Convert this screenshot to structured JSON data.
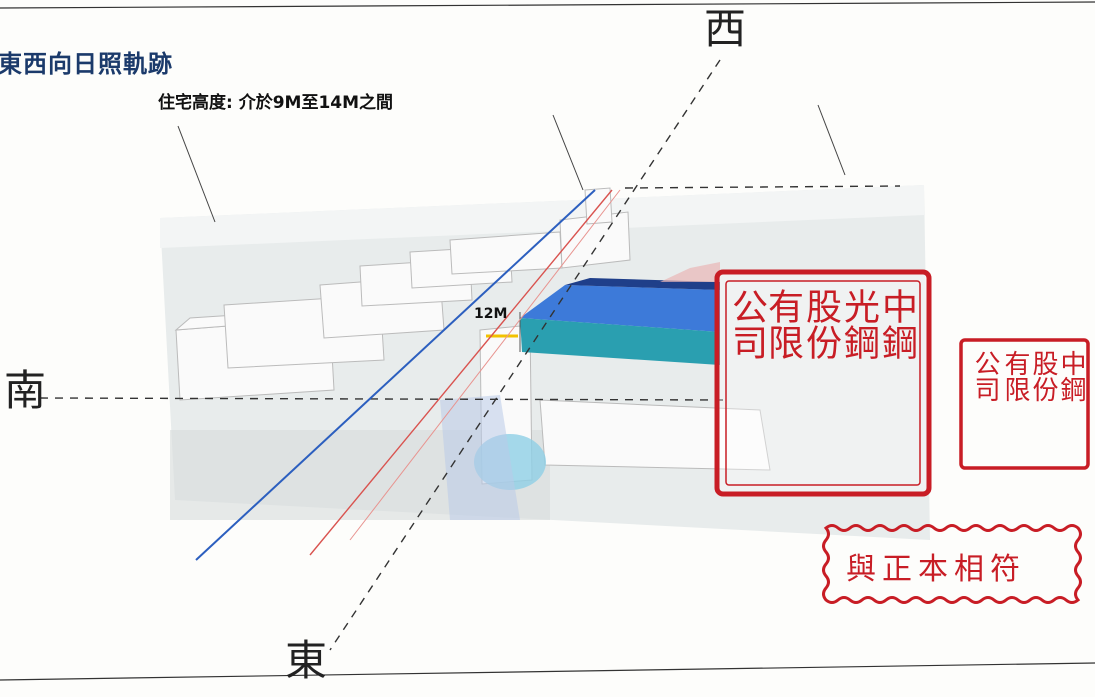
{
  "header": {
    "title": "東西向日照軌跡",
    "height_note": "住宅高度: 介於9M至14M之間"
  },
  "compass": {
    "west": "西",
    "south": "南",
    "east": "東"
  },
  "model": {
    "height_label": "12M"
  },
  "stamps": {
    "large_seal_lines": [
      "中鋼",
      "光鋼",
      "股份",
      "有限",
      "公司"
    ],
    "small_seal_lines": [
      "中鋼",
      "股份",
      "有限",
      "公司"
    ],
    "certify_text": "與正本相符"
  },
  "colors": {
    "title": "#1b3a6b",
    "stamp_red": "#c81d25",
    "building_blue": "#2f6fd6",
    "sun_path_blue": "#2c5fbf",
    "sun_path_red": "#d9534f"
  }
}
